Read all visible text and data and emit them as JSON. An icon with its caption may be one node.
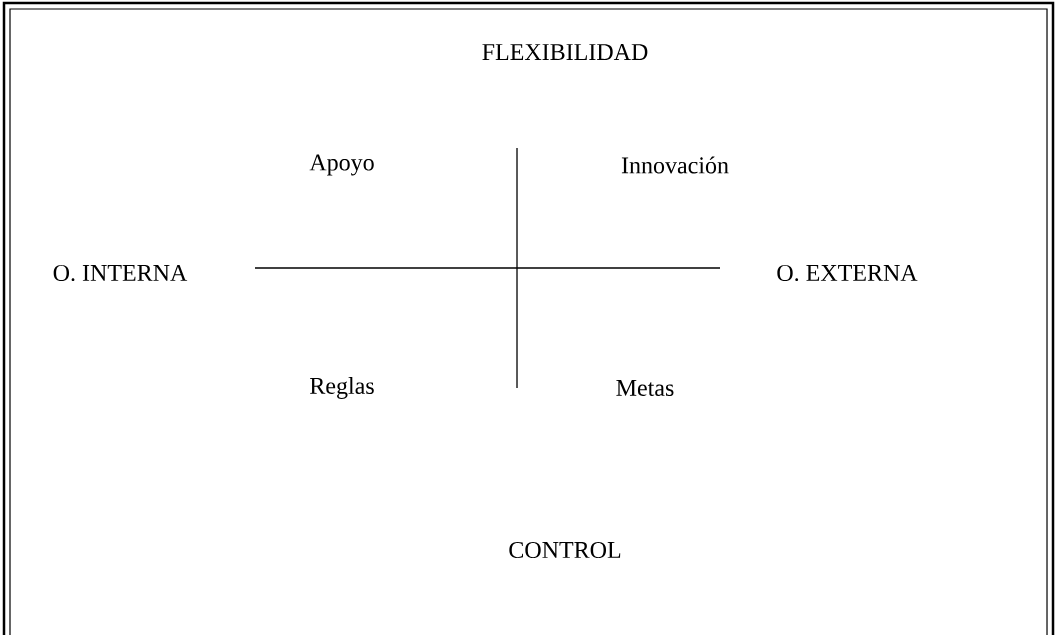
{
  "diagram": {
    "labels": [
      "FLEXIBILIDAD",
      "Apoyo",
      "Innovación",
      "O. INTERNA",
      "O. EXTERNA",
      "Reglas",
      "Metas",
      "CONTROL"
    ]
  }
}
